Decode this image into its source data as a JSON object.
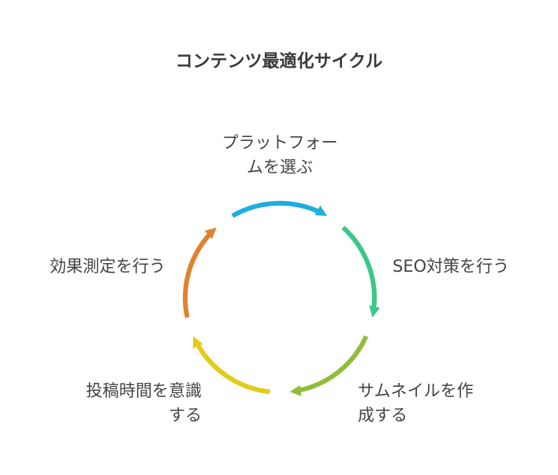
{
  "title": "コンテンツ最適化サイクル",
  "steps": [
    {
      "label": "プラットフォー\nムを選ぶ",
      "color": "#1eaedb"
    },
    {
      "label": "SEO対策を行う",
      "color": "#3cc68a"
    },
    {
      "label": "サムネイルを作\n成する",
      "color": "#90be3a"
    },
    {
      "label": "投稿時間を意識\nする",
      "color": "#e0cc1a"
    },
    {
      "label": "効果測定を行う",
      "color": "#e0822e"
    }
  ]
}
